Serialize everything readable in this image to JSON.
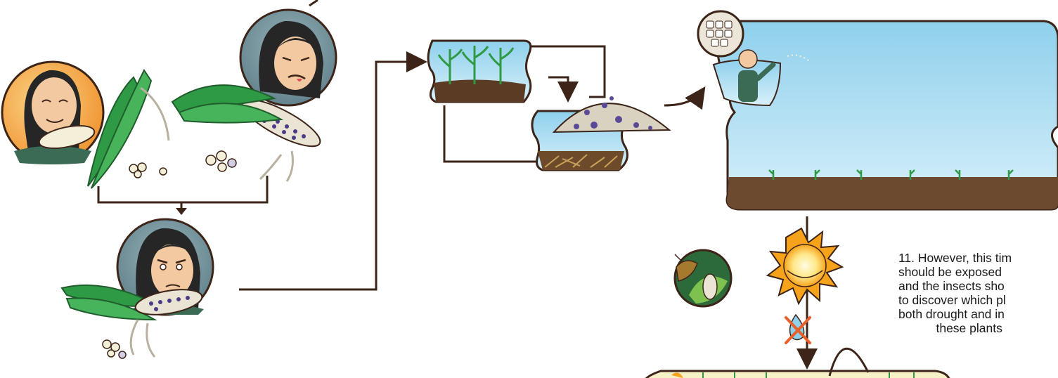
{
  "caption": {
    "lines": [
      "11. However, this tim",
      "should be exposed",
      "and the insects sho",
      "to discover which pl",
      "both drought and in",
      "           these plants"
    ]
  },
  "colors": {
    "flow_line": "#3d2418",
    "skin": "#f2c9a0",
    "hair": "#262626",
    "shirt": "#3b6a55",
    "leaf": "#2f9a45",
    "sky": "#8fd0ec",
    "soil": "#5b3b24",
    "circle_orange": "#f3a73a",
    "circle_slate": "#6c8a93"
  },
  "icons": [
    "happy-face-icon",
    "disgusted-face-icon",
    "suspicious-face-icon",
    "maize-cob-icon",
    "seedling-icon",
    "insect-icon",
    "sun-icon",
    "no-water-icon",
    "seed-pile-icon"
  ]
}
